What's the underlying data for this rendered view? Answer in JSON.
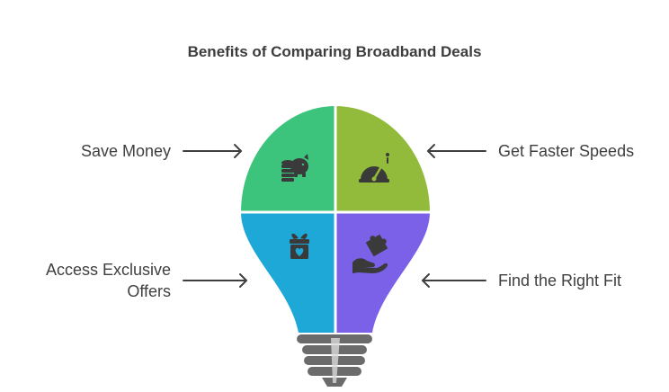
{
  "title": "Benefits of Comparing Broadband Deals",
  "benefits": [
    {
      "label": "Save Money",
      "color": "#3cc47c",
      "icon": "piggy-bank-coins-icon"
    },
    {
      "label": "Get Faster Speeds",
      "color": "#93bb3b",
      "icon": "speedometer-icon"
    },
    {
      "label_lines": [
        "Access Exclusive",
        "Offers"
      ],
      "color": "#1ea8d8",
      "icon": "gift-heart-icon"
    },
    {
      "label": "Find the Right Fit",
      "color": "#7b61e8",
      "icon": "hand-puzzle-icon"
    }
  ],
  "colors": {
    "text": "#3f3f3f",
    "arrow": "#3f3f3f",
    "icon": "#3a3a3a",
    "base": "#6b6b6b"
  }
}
